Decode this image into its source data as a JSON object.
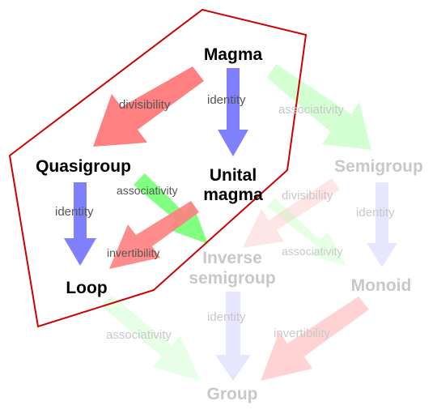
{
  "diagram": {
    "colors": {
      "divisibility": "#ff8080",
      "identity": "#8080ff",
      "associativity": "#80ff80",
      "invertibility": "#ff8080",
      "region_border": "#cc0000",
      "active_text": "#000000",
      "active_edge_text": "#555555",
      "faded_text": "#c8c8c8"
    },
    "nodes": {
      "magma": "Magma",
      "quasigroup": "Quasigroup",
      "unital_magma_line1": "Unital",
      "unital_magma_line2": "magma",
      "loop": "Loop",
      "semigroup": "Semigroup",
      "inverse_semigroup_line1": "Inverse",
      "inverse_semigroup_line2": "semigroup",
      "monoid": "Monoid",
      "group": "Group"
    },
    "edges": {
      "magma_quasigroup": "divisibility",
      "magma_unital": "identity",
      "magma_semigroup": "associativity",
      "quasigroup_loop": "identity",
      "quasigroup_inverse": "associativity",
      "unital_loop": "invertibility",
      "semigroup_inverse": "divisibility",
      "semigroup_monoid": "identity",
      "unital_monoid": "associativity",
      "inverse_group": "identity",
      "loop_group": "associativity",
      "monoid_group": "invertibility"
    }
  }
}
